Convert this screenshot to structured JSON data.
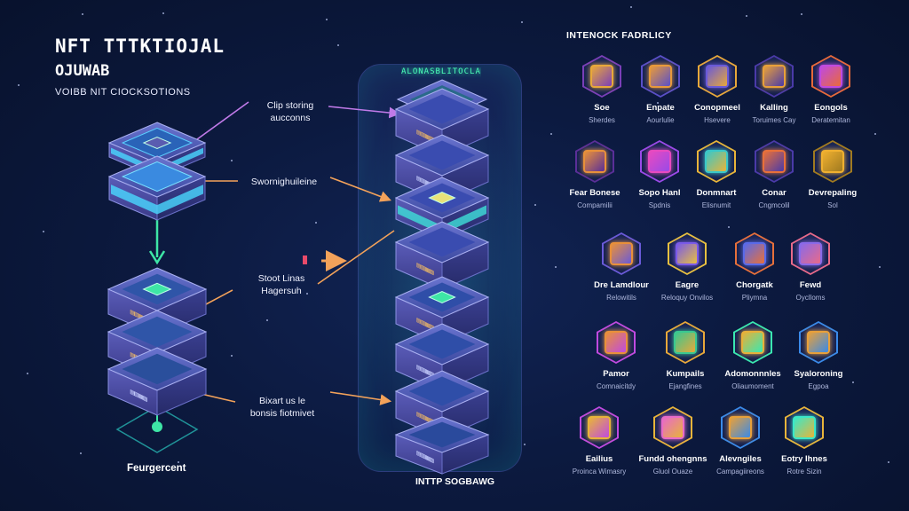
{
  "header": {
    "title": "NFT TTTKTIOJAL",
    "subtitle": "OJUWAB",
    "tagline": "VOIBB NIT CIOCKSOTIONS"
  },
  "diagram": {
    "callouts": [
      {
        "id": "chip-storing",
        "line1": "Clip storing",
        "line2": "aucconns"
      },
      {
        "id": "storage-line",
        "line1": "Swornighuileine",
        "line2": ""
      },
      {
        "id": "start-lines",
        "line1": "Stoot Linas",
        "line2": "Hagersuh"
      },
      {
        "id": "binart",
        "line1": "Bixart us le",
        "line2": "bonsis fiotmivet"
      }
    ],
    "left_stack_label": "Feurgercent",
    "tower_label": "INTTP SOGBAWG",
    "tower_crown_text": "ALONASBLITOCLALL",
    "colors": {
      "background": "#0c1a40",
      "connector_violet": "#c07ae8",
      "connector_orange": "#f3a25a",
      "flow_arrow_green": "#3ee6a6",
      "block_top": "#4c5ab4",
      "block_side": "#3a3f8e",
      "block_glow": "#35c8f0",
      "text_gold": "#e8b468"
    }
  },
  "library": {
    "title": "INTENOCK FADRLICY",
    "items": [
      {
        "name": "Soe",
        "desc": "Sherdes",
        "icon": "treasure-cube-icon",
        "color": "#e8a83a",
        "accent": "#7a3fb8"
      },
      {
        "name": "Enpate",
        "desc": "Aourlulie",
        "icon": "vault-box-icon",
        "color": "#e89a3a",
        "accent": "#5a4fc8"
      },
      {
        "name": "Conopmeel",
        "desc": "Hsevere",
        "icon": "open-crate-icon",
        "color": "#6a5ad8",
        "accent": "#e8a83a"
      },
      {
        "name": "Kalling",
        "desc": "Toruimes Cay",
        "icon": "wire-cube-icon",
        "color": "#e8a03a",
        "accent": "#4a3aa8"
      },
      {
        "name": "Eongols",
        "desc": "Deratemitan",
        "icon": "rocket-icon",
        "color": "#c04ae0",
        "accent": "#e86a3a"
      },
      {
        "name": "Fear Bonese",
        "desc": "Compamilii",
        "icon": "chest-icon",
        "color": "#e8903a",
        "accent": "#5a2f98"
      },
      {
        "name": "Sopo Hanl",
        "desc": "Spdnis",
        "icon": "pink-cube-icon",
        "color": "#e84ac0",
        "accent": "#9a4ae8"
      },
      {
        "name": "Donmnart",
        "desc": "Elisnumit",
        "icon": "rainbow-box-icon",
        "color": "#3ac8c8",
        "accent": "#e8b43a"
      },
      {
        "name": "Conar",
        "desc": "Cngmcolil",
        "icon": "open-tray-icon",
        "color": "#e8703a",
        "accent": "#4a3aa8"
      },
      {
        "name": "Devrepaling",
        "desc": "Sol",
        "icon": "gold-frame-cube-icon",
        "color": "#f0b030",
        "accent": "#a07a20"
      },
      {
        "name": "Dre Lamdlour",
        "desc": "Relowitils",
        "icon": "layered-cake-icon",
        "color": "#e8903a",
        "accent": "#6a5ad8"
      },
      {
        "name": "Eagre",
        "desc": "Reloquy Onvilos",
        "icon": "crystal-tower-icon",
        "color": "#7a5ae8",
        "accent": "#e8c040"
      },
      {
        "name": "Chorgatk",
        "desc": "Pliymna",
        "icon": "battery-block-icon",
        "color": "#5a6ae8",
        "accent": "#e8703a"
      },
      {
        "name": "Fewd",
        "desc": "Oyclloms",
        "icon": "wave-ribbon-icon",
        "color": "#8a6ae8",
        "accent": "#e86a8a"
      },
      {
        "name": "Pamor",
        "desc": "Comnaicitdy",
        "icon": "gateway-icon",
        "color": "#e8903a",
        "accent": "#c04ae0"
      },
      {
        "name": "Kumpails",
        "desc": "Ejangfines",
        "icon": "green-chest-icon",
        "color": "#3ac890",
        "accent": "#e8a83a"
      },
      {
        "name": "Adomonnnles",
        "desc": "Oliaumoment",
        "icon": "coin-pile-icon",
        "color": "#e8b03a",
        "accent": "#3ae8b0"
      },
      {
        "name": "Syaloroning",
        "desc": "Egpoa",
        "icon": "map-board-icon",
        "color": "#e8a03a",
        "accent": "#3a8ae8"
      },
      {
        "name": "Eailius",
        "desc": "Proinca Wimasry",
        "icon": "infinity-flag-icon",
        "color": "#e8b43a",
        "accent": "#c04ae0"
      },
      {
        "name": "Fundd ohengnns",
        "desc": "Gluol Ouaze",
        "icon": "pink-gem-chest-icon",
        "color": "#e86ac8",
        "accent": "#e8b43a"
      },
      {
        "name": "Alevngiles",
        "desc": "Campagiireons",
        "icon": "layered-box-icon",
        "color": "#e8a03a",
        "accent": "#3a8ae8"
      },
      {
        "name": "Eotry Ihnes",
        "desc": "Rotre Sizin",
        "icon": "stacked-layers-icon",
        "color": "#3ae8c8",
        "accent": "#e8b43a"
      }
    ]
  }
}
